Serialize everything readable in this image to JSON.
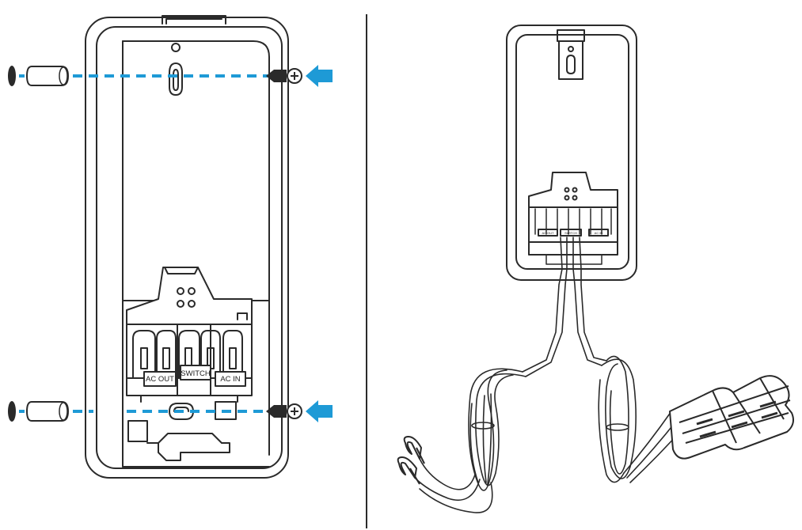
{
  "colors": {
    "ink": "#2a2a2a",
    "accent": "#1e9ad6",
    "background": "#ffffff"
  },
  "terminal_labels": {
    "ac_out": "AC  OUT",
    "switch": "SWITCH",
    "ac_in": "AC   IN"
  },
  "icons": [
    "wall-anchor-icon",
    "screw-icon",
    "arrow-left-icon",
    "spade-terminal-icon",
    "wire-nut-connector-icon"
  ]
}
